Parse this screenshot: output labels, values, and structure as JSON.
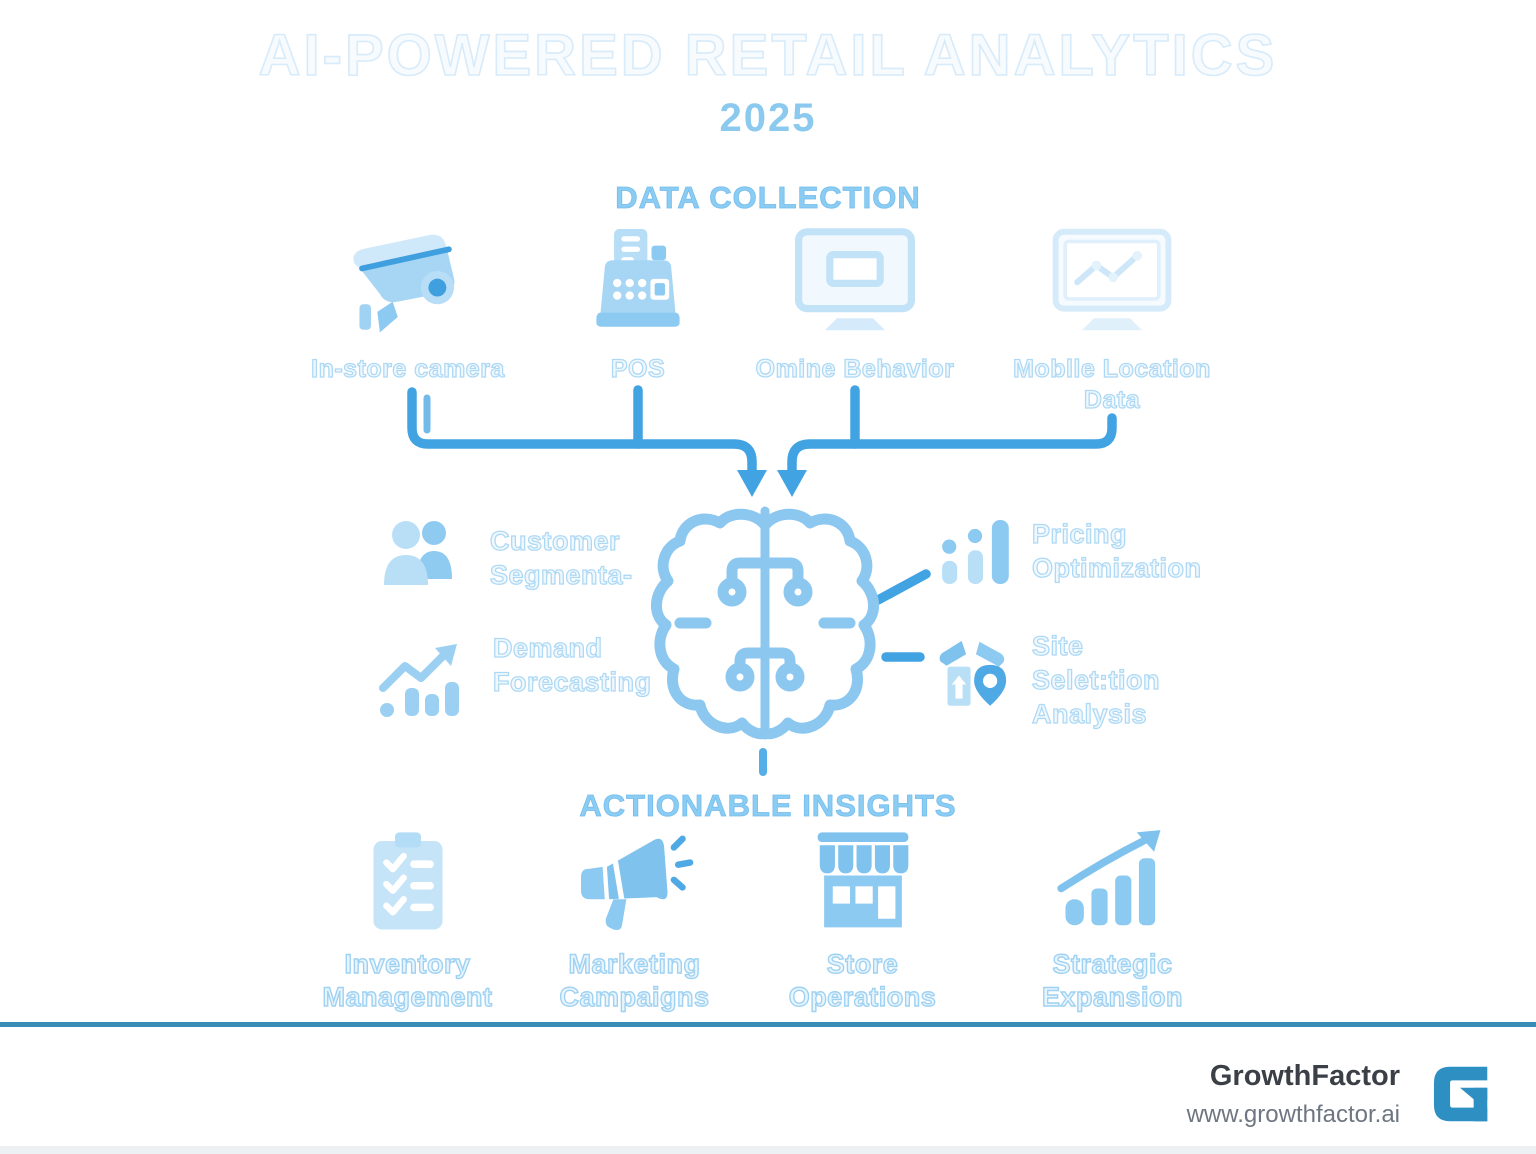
{
  "title": "AI-POWERED RETAIL ANALYTICS",
  "year": "2025",
  "colors": {
    "arrow_blue": "#42a3e3",
    "brain_blue": "#8cc7f0",
    "icon_light": "#b9dff7",
    "icon_mid": "#93ccf1",
    "icon_dark": "#4fa9e5",
    "heading_blue": "#8accf2",
    "footer_line": "#3a8cb8",
    "logo_blue": "#2e8fc2"
  },
  "data_collection": {
    "heading": "DATA COLLECTION",
    "items": [
      {
        "label": "In-store camera",
        "icon": "cctv-camera-icon"
      },
      {
        "label": "POS",
        "icon": "pos-terminal-icon"
      },
      {
        "label": "Omine Behavior",
        "icon": "monitor-icon"
      },
      {
        "label": "Moblle Location Data",
        "icon": "monitor-chart-icon"
      }
    ]
  },
  "ai_core": {
    "icon": "ai-brain-circuit-icon",
    "left_items": [
      {
        "label": "Customer Segmenta-",
        "icon": "customers-icon"
      },
      {
        "label": "Demand Forecasting",
        "icon": "trend-chart-icon"
      }
    ],
    "right_items": [
      {
        "label": "Pricing Optimization",
        "icon": "pricing-bars-icon"
      },
      {
        "label": "Site Selet:tion Analysis",
        "icon": "store-location-pin-icon"
      }
    ]
  },
  "actionable_insights": {
    "heading": "ACTIONABLE INSIGHTS",
    "items": [
      {
        "label": "Inventory Management",
        "icon": "clipboard-checklist-icon"
      },
      {
        "label": "Marketing Campaigns",
        "icon": "megaphone-icon"
      },
      {
        "label": "Store Operations",
        "icon": "storefront-icon"
      },
      {
        "label": "Strategic Expansion",
        "icon": "growth-bars-arrow-icon"
      }
    ]
  },
  "footer": {
    "brand": "GrowthFactor",
    "url": "www.growthfactor.ai",
    "logo": "growthfactor-g-logo"
  }
}
